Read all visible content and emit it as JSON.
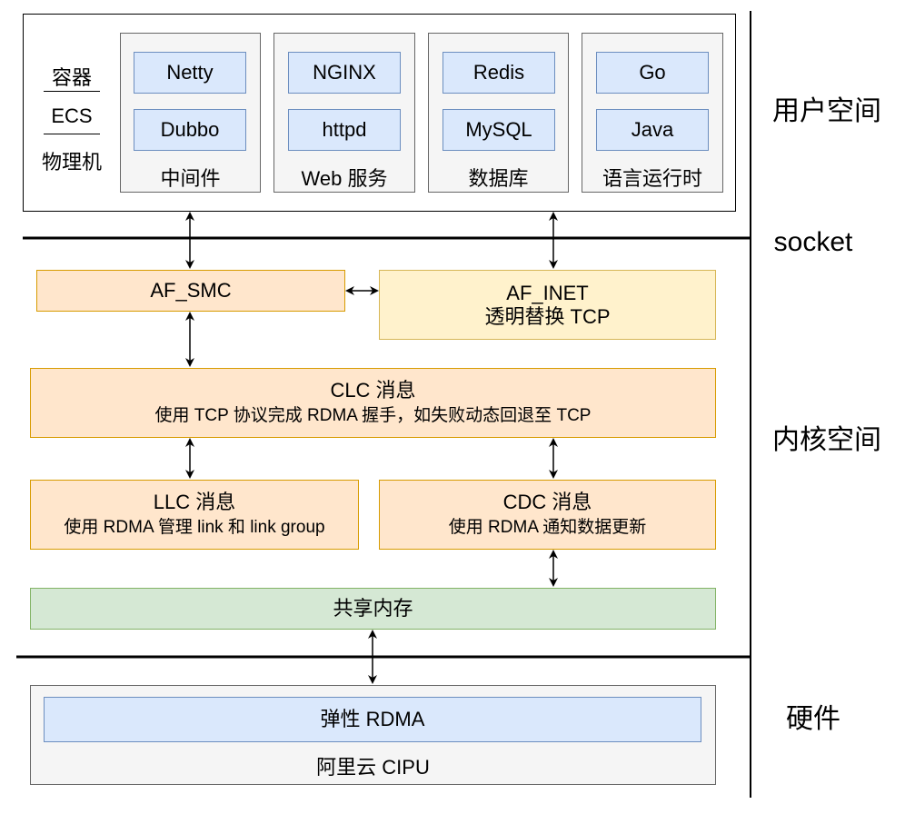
{
  "user_space": {
    "environments": [
      "容器",
      "ECS",
      "物理机"
    ],
    "groups": [
      {
        "label": "中间件",
        "items": [
          "Netty",
          "Dubbo"
        ]
      },
      {
        "label": "Web 服务",
        "items": [
          "NGINX",
          "httpd"
        ]
      },
      {
        "label": "数据库",
        "items": [
          "Redis",
          "MySQL"
        ]
      },
      {
        "label": "语言运行时",
        "items": [
          "Go",
          "Java"
        ]
      }
    ]
  },
  "kernel": {
    "af_smc": "AF_SMC",
    "af_inet": {
      "title": "AF_INET",
      "desc": "透明替换 TCP"
    },
    "clc": {
      "title": "CLC 消息",
      "desc": "使用 TCP 协议完成 RDMA 握手，如失败动态回退至 TCP"
    },
    "llc": {
      "title": "LLC 消息",
      "desc": "使用 RDMA 管理 link 和 link group"
    },
    "cdc": {
      "title": "CDC 消息",
      "desc": "使用 RDMA 通知数据更新"
    },
    "shared_memory": "共享内存"
  },
  "hardware": {
    "rdma": "弹性 RDMA",
    "cipu": "阿里云 CIPU"
  },
  "layers": {
    "user": "用户空间",
    "socket": "socket",
    "kernel": "内核空间",
    "hardware": "硬件"
  }
}
